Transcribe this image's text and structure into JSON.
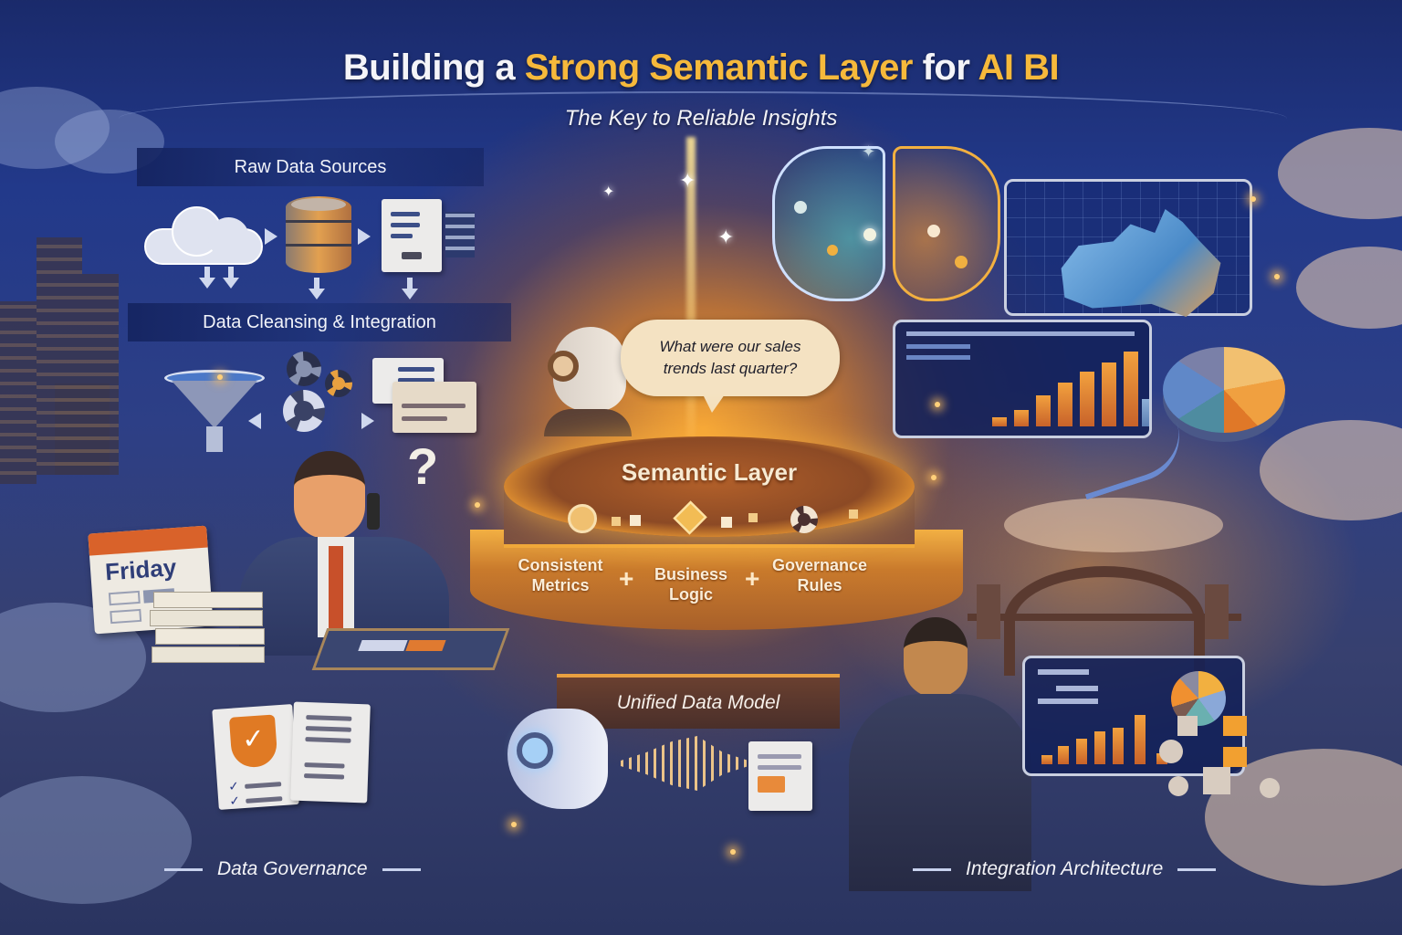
{
  "header": {
    "title_part1": "Building a ",
    "title_highlight1": "Strong Semantic Layer",
    "title_part2": " for ",
    "title_highlight2": "AI BI",
    "subtitle": "The Key to Reliable Insights"
  },
  "pipeline": {
    "stage1_label": "Raw Data Sources",
    "stage2_label": "Data Cleansing & Integration",
    "sources": [
      "cloud-icon",
      "database-icon",
      "document-icon"
    ],
    "cleansing_icons": [
      "funnel-icon",
      "gears-icon",
      "checklist-icon"
    ]
  },
  "analyst": {
    "calendar_label": "Friday",
    "question_mark": "?"
  },
  "assistant": {
    "question": "What were our sales trends last quarter?"
  },
  "semantic_layer": {
    "title": "Semantic Layer",
    "pillars": [
      {
        "line1": "Consistent",
        "line2": "Metrics"
      },
      {
        "line1": "Business",
        "line2": "Logic"
      },
      {
        "line1": "Governance",
        "line2": "Rules"
      }
    ],
    "joiner": "+",
    "foundation": "Unified Data Model"
  },
  "footers": {
    "left": "Data Governance",
    "right": "Integration Architecture"
  },
  "colors": {
    "background_navy": "#22398a",
    "accent_gold": "#f6b93b",
    "glow_orange": "#f0a83a",
    "text_light": "#f4f4f8"
  },
  "dashboards": {
    "top_bars": [
      10,
      18,
      26,
      38,
      52,
      62,
      72
    ],
    "bottom_bars": [
      10,
      20,
      28,
      36,
      40,
      54,
      12
    ]
  }
}
